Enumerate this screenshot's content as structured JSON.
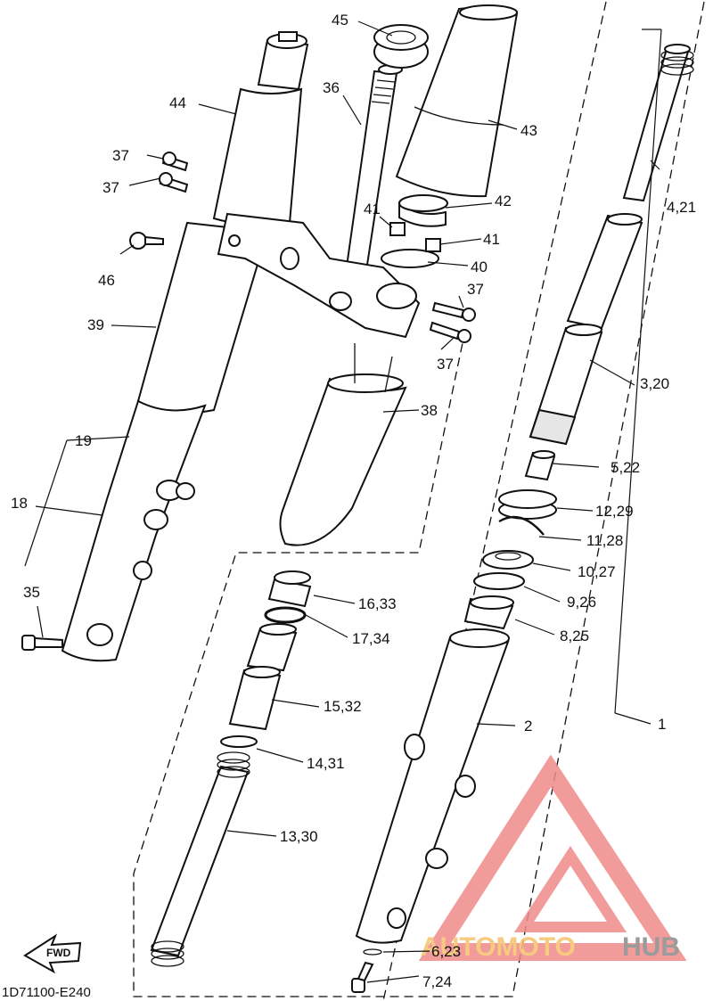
{
  "diagram": {
    "drawing_code": "1D71100-E240",
    "fwd_label": "FWD",
    "watermark": {
      "prefix": "AUTOMOTO",
      "suffix": "HUB",
      "colors": {
        "logo": "#f08a8a",
        "prefix": "#f5c26b",
        "suffix": "#8a8a8a"
      }
    },
    "callouts": {
      "c1": "1",
      "c2": "2",
      "c3": "3,20",
      "c4": "4,21",
      "c5": "5,22",
      "c6": "6,23",
      "c7": "7,24",
      "c8": "8,25",
      "c9": "9,26",
      "c10": "10,27",
      "c11": "11,28",
      "c12": "12,29",
      "c13": "13,30",
      "c14": "14,31",
      "c15": "15,32",
      "c16": "16,33",
      "c17": "17,34",
      "c18": "18",
      "c19": "19",
      "c35": "35",
      "c36": "36",
      "c37a": "37",
      "c37b": "37",
      "c37c": "37",
      "c37d": "37",
      "c38": "38",
      "c39": "39",
      "c40": "40",
      "c41a": "41",
      "c41b": "41",
      "c42": "42",
      "c43": "43",
      "c44": "44",
      "c45": "45",
      "c46": "46"
    }
  }
}
